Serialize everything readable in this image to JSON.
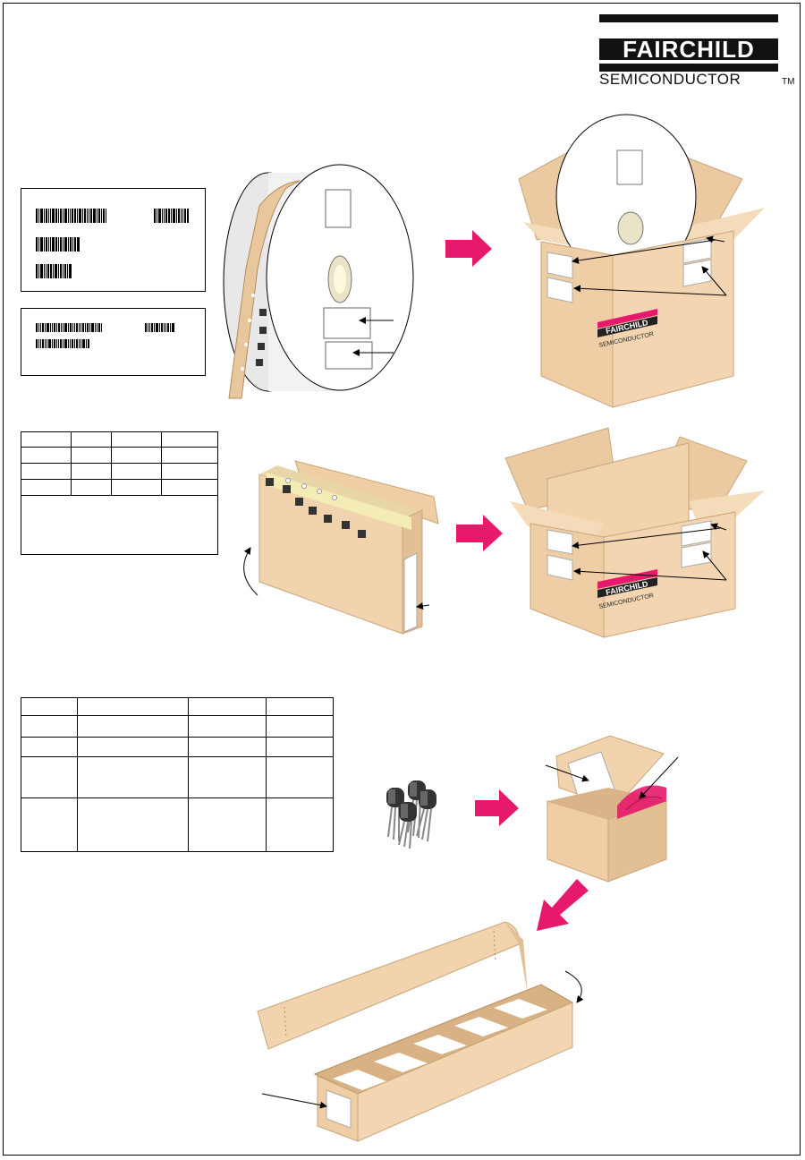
{
  "logo": {
    "brand": "FAIRCHILD",
    "subtitle": "SEMICONDUCTOR",
    "trademark": "TM"
  },
  "box_brand": {
    "brand": "FAIRCHILD",
    "subtitle": "SEMICONDUCTOR"
  },
  "colors": {
    "cardboard": "#f1d4ad",
    "cardboard_dark": "#e2bf94",
    "accent_pink": "#e6196d",
    "reel_white": "#ffffff"
  },
  "icons": [
    "barcode-icon",
    "tape-reel-icon",
    "shipping-box-icon",
    "ammo-pack-icon",
    "transistor-icon",
    "arrow-right-icon",
    "arrow-down-left-icon"
  ],
  "table_small": {
    "rows": 5,
    "cols": 4
  },
  "table_large": {
    "rows": 5,
    "cols": 4
  }
}
